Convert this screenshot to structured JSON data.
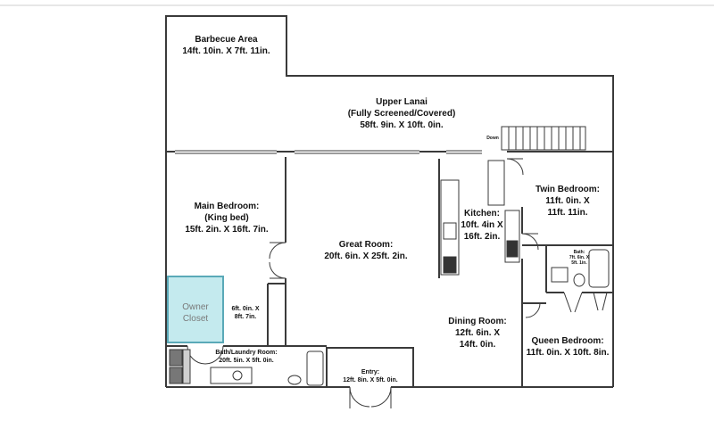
{
  "colors": {
    "wall": "#3a3a3a",
    "closet_fill": "#c4eaee",
    "closet_stroke": "#5aa9b8"
  },
  "rooms": {
    "barbecue": {
      "name": "Barbecue Area",
      "size": "14ft. 10in. X 7ft. 11in."
    },
    "lanai": {
      "name": "Upper Lanai",
      "note": "(Fully Screened/Covered)",
      "size": "58ft. 9in. X 10ft. 0in."
    },
    "main_bed": {
      "name": "Main Bedroom:",
      "note": "(King bed)",
      "size": "15ft. 2in. X 16ft. 7in."
    },
    "great": {
      "name": "Great Room:",
      "size": "20ft. 6in. X 25ft. 2in."
    },
    "kitchen": {
      "name": "Kitchen:",
      "size1": "10ft. 4in X",
      "size2": "16ft. 2in."
    },
    "twin": {
      "name": "Twin Bedroom:",
      "size1": "11ft. 0in. X",
      "size2": "11ft. 11in."
    },
    "bath_small": {
      "name": "Bath:",
      "size1": "7ft. 6in. X",
      "size2": "5ft. 1in."
    },
    "closet": {
      "name1": "Owner",
      "name2": "Closet"
    },
    "hall": {
      "size1": "6ft. 0in. X",
      "size2": "8ft. 7in."
    },
    "dining": {
      "name": "Dining Room:",
      "size1": "12ft. 6in. X",
      "size2": "14ft. 0in."
    },
    "queen": {
      "name": "Queen Bedroom:",
      "size": "11ft. 0in. X 10ft. 8in."
    },
    "laundry": {
      "name": "Bath/Laundry Room:",
      "size": "20ft. 5in. X 5ft. 0in."
    },
    "entry": {
      "name": "Entry:",
      "size": "12ft. 8in. X 5ft. 0in."
    }
  },
  "stairs": {
    "label": "Down"
  }
}
